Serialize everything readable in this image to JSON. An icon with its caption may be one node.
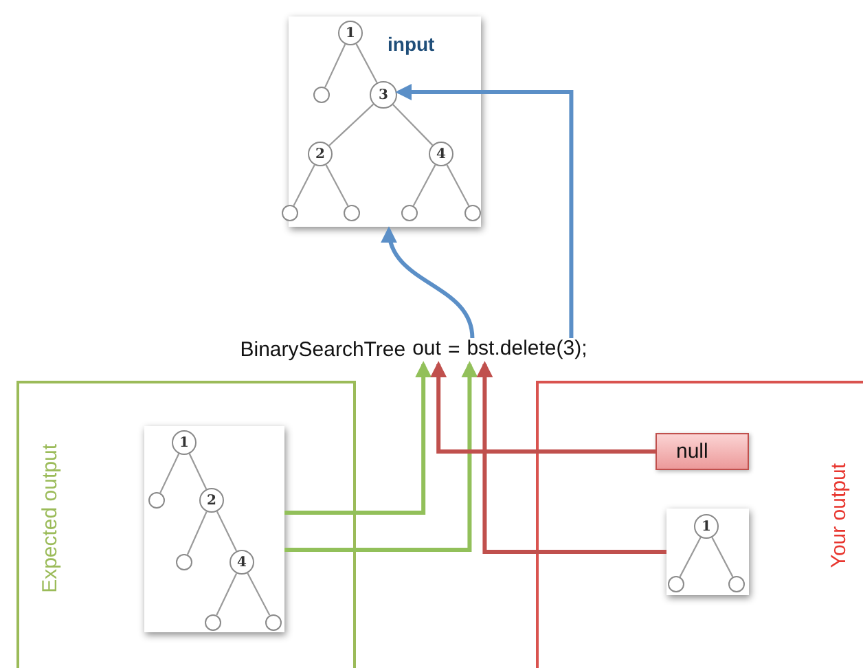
{
  "diagram": {
    "nodes": [
      {
        "text": [
          "input"
        ]
      },
      {
        "text": [
          "1"
        ],
        "in": 0
      },
      {
        "text": [],
        "shape": "circle",
        "in": 0
      },
      {
        "text": [
          "3"
        ],
        "in": 0
      },
      {
        "text": [
          "2"
        ],
        "in": 0
      },
      {
        "text": [
          "4"
        ],
        "in": 0
      },
      {
        "text": [],
        "shape": "circle",
        "in": 0
      },
      {
        "text": [],
        "shape": "circle",
        "in": 0
      },
      {
        "text": [],
        "shape": "circle",
        "in": 0
      },
      {
        "text": [],
        "shape": "circle",
        "in": 0
      },
      {
        "text": [
          "out"
        ]
      },
      {
        "text": [
          "bst.delete(3);"
        ]
      },
      {
        "text": [
          "Expected output"
        ]
      },
      {
        "text": [],
        "shape": "box",
        "in": 12
      },
      {
        "text": [
          "1"
        ],
        "in": 13
      },
      {
        "text": [],
        "shape": "circle",
        "in": 13
      },
      {
        "text": [
          "2"
        ],
        "in": 13
      },
      {
        "text": [],
        "shape": "circle",
        "in": 13
      },
      {
        "text": [
          "4"
        ],
        "in": 13
      },
      {
        "text": [],
        "shape": "circle",
        "in": 13
      },
      {
        "text": [],
        "shape": "circle",
        "in": 13
      },
      {
        "text": [
          "Your output"
        ]
      },
      {
        "text": [
          "null"
        ],
        "in": 21
      },
      {
        "text": [],
        "shape": "box",
        "in": 21
      },
      {
        "text": [
          "1"
        ],
        "in": 23
      },
      {
        "text": [],
        "shape": "circle",
        "in": 23
      },
      {
        "text": [],
        "shape": "circle",
        "in": 23
      }
    ],
    "edges": [
      {
        "from": 1,
        "to": 2,
        "arrow": "none"
      },
      {
        "from": 1,
        "to": 3,
        "arrow": "none"
      },
      {
        "from": 3,
        "to": 4,
        "arrow": "none"
      },
      {
        "from": 3,
        "to": 5,
        "arrow": "none"
      },
      {
        "from": 4,
        "to": 6,
        "arrow": "none"
      },
      {
        "from": 4,
        "to": 7,
        "arrow": "none"
      },
      {
        "from": 5,
        "to": 8,
        "arrow": "none"
      },
      {
        "from": 5,
        "to": 9,
        "arrow": "none"
      },
      {
        "from": 14,
        "to": 15,
        "arrow": "none"
      },
      {
        "from": 14,
        "to": 16,
        "arrow": "none"
      },
      {
        "from": 16,
        "to": 17,
        "arrow": "none"
      },
      {
        "from": 16,
        "to": 18,
        "arrow": "none"
      },
      {
        "from": 18,
        "to": 19,
        "arrow": "none"
      },
      {
        "from": 18,
        "to": 20,
        "arrow": "none"
      },
      {
        "from": 24,
        "to": 25,
        "arrow": "none"
      },
      {
        "from": 24,
        "to": 26,
        "arrow": "none"
      },
      {
        "from": 13,
        "to": 10,
        "arrow": "to",
        "style": "thick",
        "color": "#92c05a"
      },
      {
        "from": 13,
        "to": 11,
        "arrow": "to",
        "style": "thick",
        "color": "#92c05a"
      },
      {
        "from": 22,
        "to": 10,
        "arrow": "to",
        "style": "thick",
        "color": "#c0504d"
      },
      {
        "from": 23,
        "to": 11,
        "arrow": "to",
        "style": "thick",
        "color": "#c0504d"
      },
      {
        "from": 11,
        "to": 0,
        "arrow": "to",
        "style": "thick",
        "color": "#5b8fc7"
      },
      {
        "from": 11,
        "to": 3,
        "arrow": "to",
        "style": "thick",
        "color": "#5b8fc7"
      }
    ],
    "labels": [
      "BinarySearchTree",
      "="
    ]
  }
}
